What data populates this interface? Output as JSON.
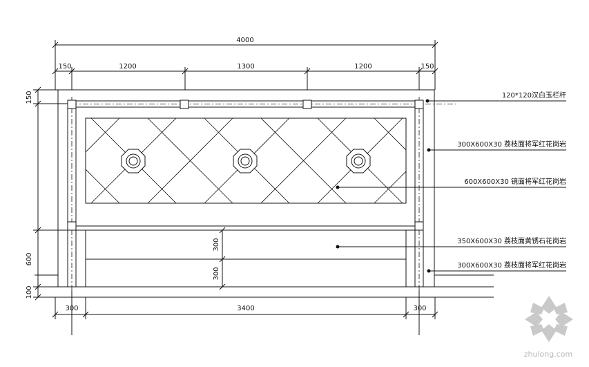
{
  "dimensions": {
    "total": "4000",
    "post_left": "150",
    "span_1": "1200",
    "span_2": "1300",
    "span_3": "1200",
    "post_right": "150",
    "rail_height": "150",
    "lower_height": "600",
    "base_height": "100",
    "lower_course_1": "300",
    "lower_course_2": "300",
    "bottom_left": "300",
    "bottom_middle": "3400",
    "bottom_right": "300"
  },
  "labels": {
    "rail": "120*120汉白玉栏杆",
    "frame_top": "300X600X30 荔枝面将军红花岗岩",
    "panel": "600X600X30 镜面将军红花岗岩",
    "lower_panel": "350X600X30 荔枝面黄锈石花岗岩",
    "frame_bottom": "300X600X30 荔枝面将军红花岗岩"
  },
  "watermark": {
    "text": "zhulong.com"
  },
  "colors": {
    "line": "#111111",
    "watermark": "#bdbdbd"
  }
}
